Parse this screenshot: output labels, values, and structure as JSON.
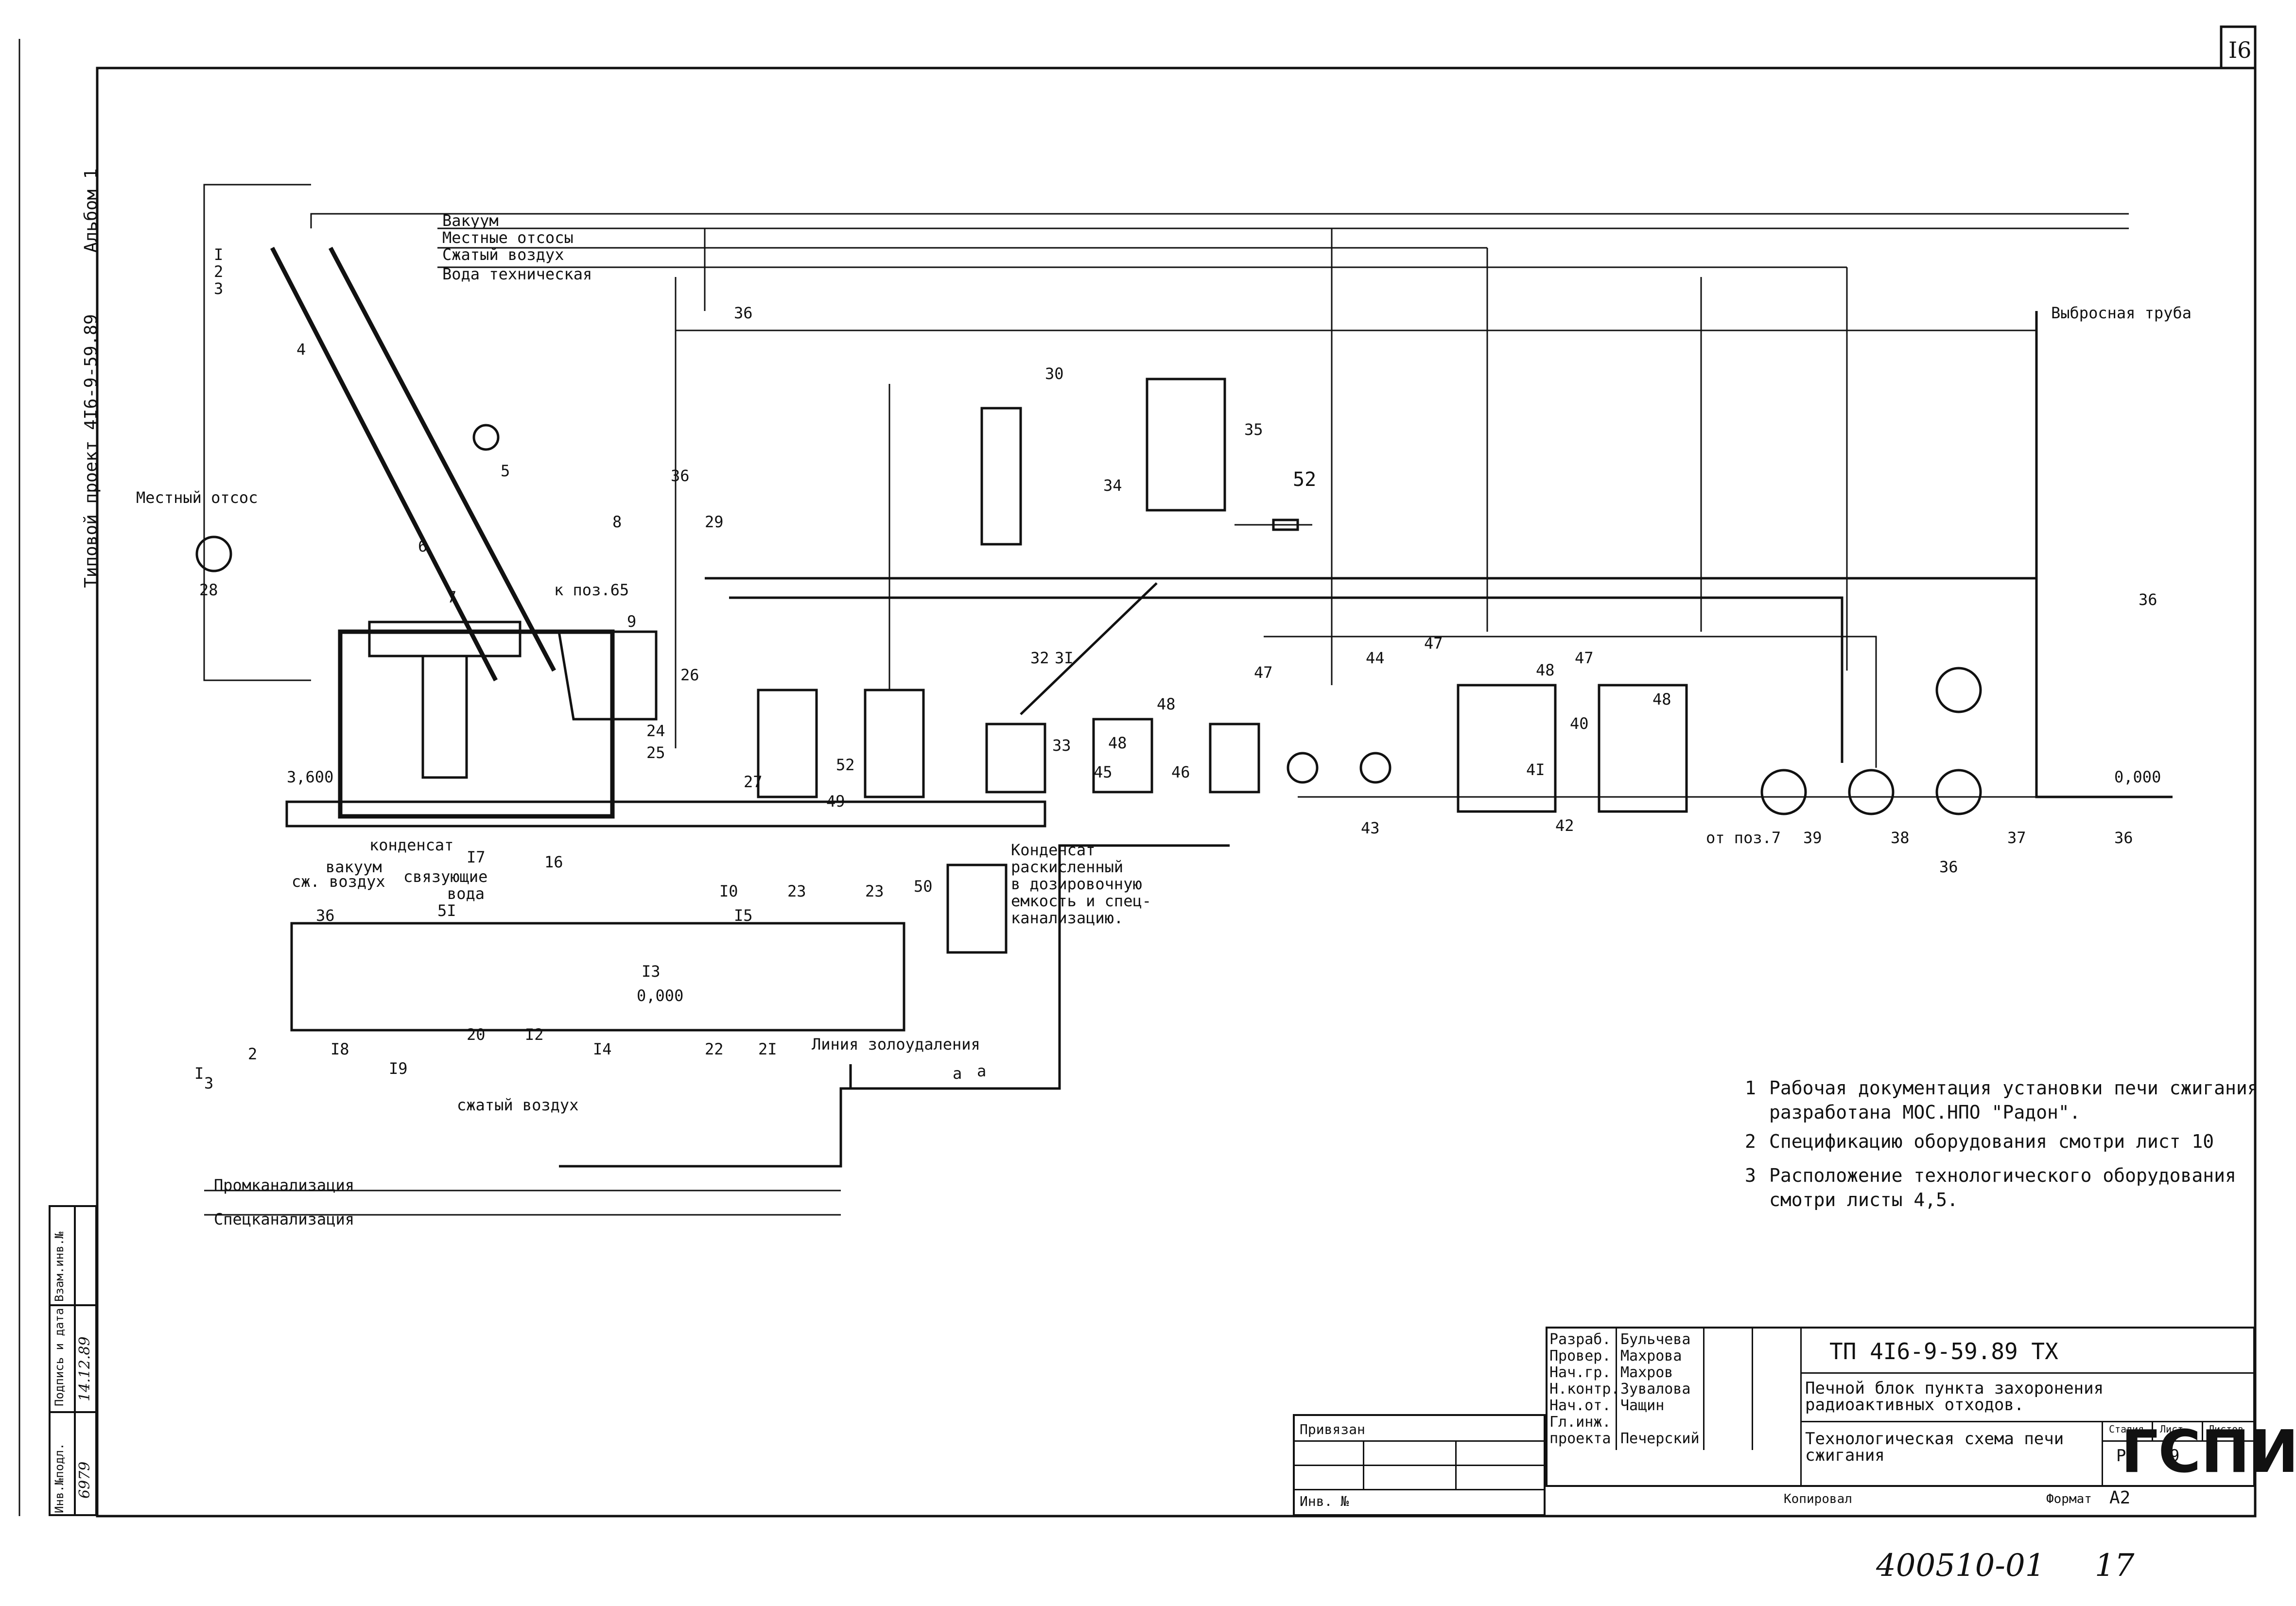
{
  "sheet_number": "I6",
  "left_margin": {
    "album": "Альбом 1",
    "project": "Типовой проект 4I6-9-59.89"
  },
  "stamp_column": {
    "inv_orig_label": "Инв.№подл.",
    "sign_date_label": "Подпись и дата",
    "replace_label": "Взам.инв.№",
    "inv_orig_value": "6979",
    "sign_date_value": "14.12.89"
  },
  "utility_lines": {
    "vacuum": "Вакуум",
    "local_exhaust": "Местные отсосы",
    "compressed_air": "Сжатый воздух",
    "tech_water": "Вода техническая",
    "exhaust_pipe": "Выбросная труба",
    "local_exhaust_left": "Местный отсос",
    "prom_sewer": "Промканализация",
    "spec_sewer": "Спецканализация",
    "ash_line": "Линия золоудаления",
    "condensate": "конденсат",
    "vacuum_small": "вакуум",
    "comp_air_small": "сж. воздух",
    "binding_water_1": "связующие",
    "binding_water_2": "вода",
    "comp_air_bottom": "сжатый воздух",
    "to_pos65": "к поз.65",
    "from_pos7": "от поз.7",
    "condensate_note_1": "Конденсат",
    "condensate_note_2": "раскисленный",
    "condensate_note_3": "в дозировочную",
    "condensate_note_4": "емкость и спец-",
    "condensate_note_5": "канализацию.",
    "elev_3600": "3,600",
    "elev_0000_left": "0,000",
    "elev_0000_right": "0,000",
    "mark_a": "а",
    "mark_a2": "а"
  },
  "positions": {
    "p1": "1",
    "p2": "2",
    "p3": "3",
    "p4": "4",
    "p5": "5",
    "p6": "6",
    "p7": "7",
    "p8": "8",
    "p9": "9",
    "p10": "I0",
    "p12": "I2",
    "p13": "I3",
    "p14": "I4",
    "p15": "I5",
    "p16": "16",
    "p17": "I7",
    "p18": "I8",
    "p19": "I9",
    "p20": "20",
    "p21": "2I",
    "p22": "22",
    "p23": "23",
    "p24": "24",
    "p25": "25",
    "p26": "26",
    "p27": "27",
    "p28": "28",
    "p29": "29",
    "p30": "30",
    "p31": "3I",
    "p32": "32",
    "p33": "33",
    "p34": "34",
    "p35": "35",
    "p36": "36",
    "p37": "37",
    "p38": "38",
    "p39": "39",
    "p40": "40",
    "p41": "4I",
    "p42": "42",
    "p43": "43",
    "p44": "44",
    "p45": "45",
    "p46": "46",
    "p47": "47",
    "p48": "48",
    "p49": "49",
    "p50": "50",
    "p51": "5I",
    "p52": "52",
    "pI": "I"
  },
  "notes": [
    {
      "num": "1",
      "line1": "Рабочая документация установки печи сжигания",
      "line2": "разработана МОС.НПО \"Радон\"."
    },
    {
      "num": "2",
      "line1": "Спецификацию оборудования смотри лист 10",
      "line2": ""
    },
    {
      "num": "3",
      "line1": "Расположение технологического оборудования",
      "line2": "смотри листы 4,5."
    }
  ],
  "title_block": {
    "roles": [
      "Разраб.",
      "Провер.",
      "Нач.гр.",
      "Н.контр.",
      "Нач.от.",
      "Гл.инж.",
      "проекта"
    ],
    "names": [
      "Бульчева",
      "Махрова",
      "Махров",
      "Зувалова",
      "Чащин",
      "",
      "Печерский"
    ],
    "doc_code": "ТП 4I6-9-59.89 ТХ",
    "object_title": "Печной блок пункта захоронения радиоактивных отходов.",
    "sheet_title": "Технологическая схема печи сжигания",
    "stage_label": "Стадия",
    "sheet_label": "Лист",
    "sheets_label": "Листов",
    "stage_value": "Р",
    "sheet_value": "9",
    "org": "ГСПИ",
    "privyazan": "Привязан",
    "inv_no": "Инв. №",
    "copied": "Копировал",
    "format_label": "Формат",
    "format_value": "А2",
    "archive_no": "400510-01",
    "archive_sheet": "17"
  }
}
